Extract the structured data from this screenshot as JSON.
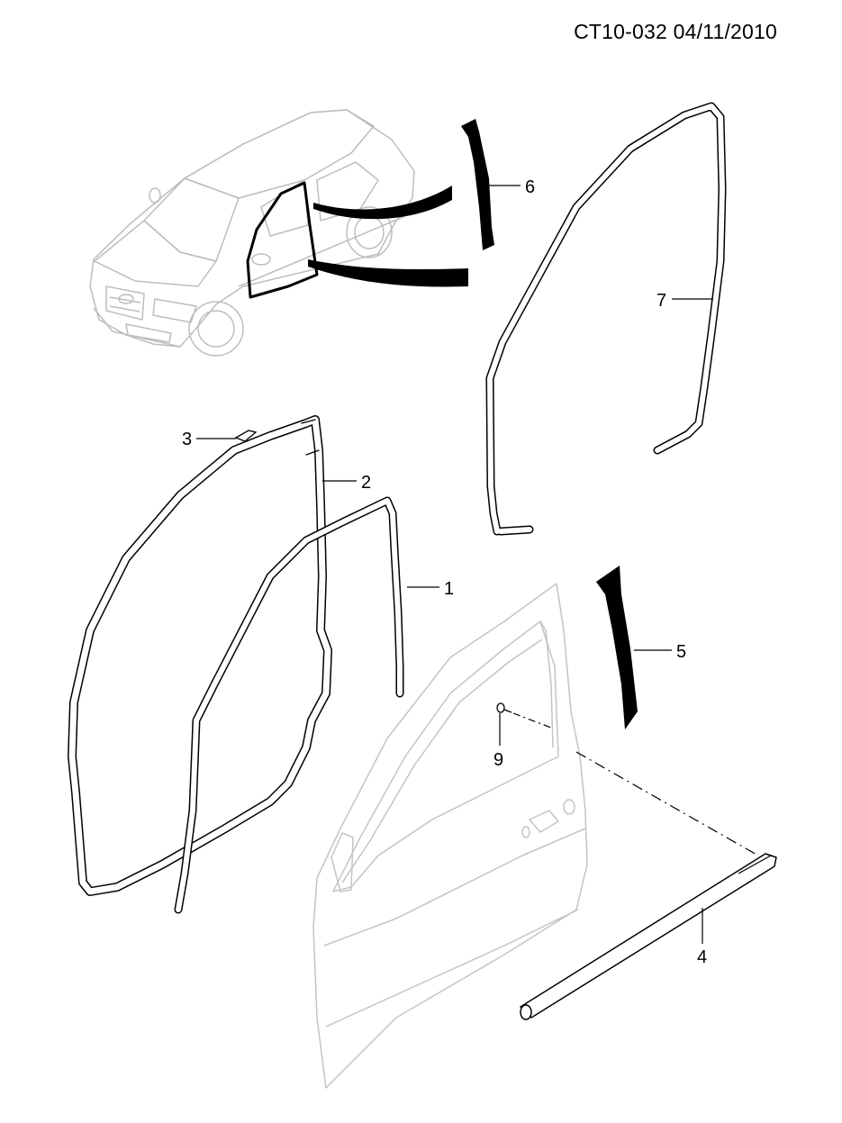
{
  "header": {
    "doc_code": "CT10-032  04/11/2010"
  },
  "callouts": {
    "c1": "1",
    "c2": "2",
    "c3": "3",
    "c4": "4",
    "c5": "5",
    "c6": "6",
    "c7": "7",
    "c9": "9"
  },
  "colors": {
    "ink": "#000000",
    "ghost_outline": "#bdbdbd"
  }
}
